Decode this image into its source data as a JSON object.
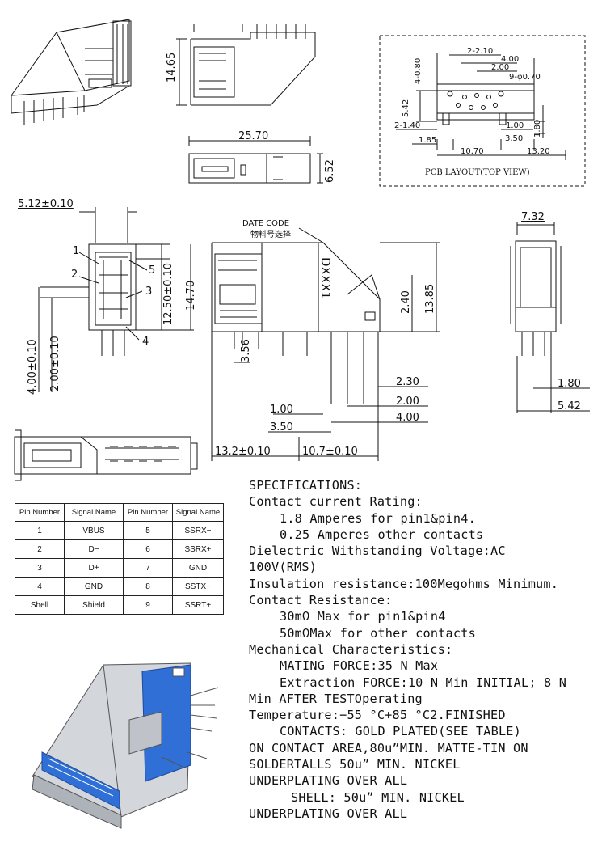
{
  "top_views": {
    "dim_height_top": "14.65",
    "dim_width_side": "25.70",
    "dim_depth_side": "6.52"
  },
  "pcb_layout": {
    "title": "PCB LAYOUT(TOP VIEW)",
    "dims": [
      "2-2.10",
      "4-0.80",
      "4.00",
      "2.00",
      "9-φ0.70",
      "5.42",
      "2-1.40",
      "1.00",
      "1.80",
      "3.50",
      "1.85",
      "10.70",
      "13.20"
    ]
  },
  "front_view": {
    "dim_top": "5.12±0.10",
    "dim_inner": "12.50±0.10",
    "dim_height": "14.70",
    "dim_left_outer": "4.00±0.10",
    "dim_left_inner": "2.00±0.10",
    "callouts": [
      "1",
      "2",
      "3",
      "4",
      "5"
    ]
  },
  "side_view": {
    "date_code_label": "DATE CODE",
    "date_code_cn": "物料号选择",
    "date_code_mark": "DXXX1",
    "dim_height": "13.85",
    "dim_mid": "2.40",
    "dim_pin_len": "3.56",
    "dim_2_30": "2.30",
    "dim_2_00": "2.00",
    "dim_1_00": "1.00",
    "dim_4_00": "4.00",
    "dim_3_50": "3.50",
    "dim_bottom_left": "13.2±0.10",
    "dim_bottom_right": "10.7±0.10"
  },
  "right_view": {
    "dim_top": "7.32",
    "dim_1_80": "1.80",
    "dim_5_42": "5.42"
  },
  "pin_table": {
    "headers": [
      "Pin Number",
      "Signal Name",
      "Pin Number",
      "Signal Name"
    ],
    "rows": [
      [
        "1",
        "VBUS",
        "5",
        "SSRX−"
      ],
      [
        "2",
        "D−",
        "6",
        "SSRX+"
      ],
      [
        "3",
        "D+",
        "7",
        "GND"
      ],
      [
        "4",
        "GND",
        "8",
        "SSTX−"
      ],
      [
        "Shell",
        "Shield",
        "9",
        "SSRT+"
      ]
    ]
  },
  "specs": {
    "lines": [
      "SPECIFICATIONS:",
      "Contact current Rating:",
      "1.8 Amperes for pin1&pin4.",
      "0.25 Amperes other contacts",
      "Dielectric Withstanding Voltage:AC",
      "100V(RMS)",
      "Insulation resistance:100Megohms Minimum.",
      "Contact Resistance:",
      "30mΩ Max for pin1&pin4",
      "50mΩMax for other contacts",
      "Mechanical Characteristics:",
      "MATING FORCE:35 N Max",
      "Extraction FORCE:10 N Min INITIAL; 8 N",
      "Min AFTER TESTOperating",
      "Temperature:−55 °C+85 °C2.FINISHED",
      "CONTACTS: GOLD PLATED(SEE TABLE)",
      "ON CONTACT AREA,80u”MIN. MATTE-TIN  ON",
      "SOLDERTALLS 50u” MIN. NICKEL",
      "UNDERPLATING OVER ALL",
      "SHELL: 50u” MIN. NICKEL",
      "UNDERPLATING OVER ALL"
    ]
  },
  "colors": {
    "insulator_blue": "#2f6fd6",
    "metal": "#c9cdd4"
  }
}
